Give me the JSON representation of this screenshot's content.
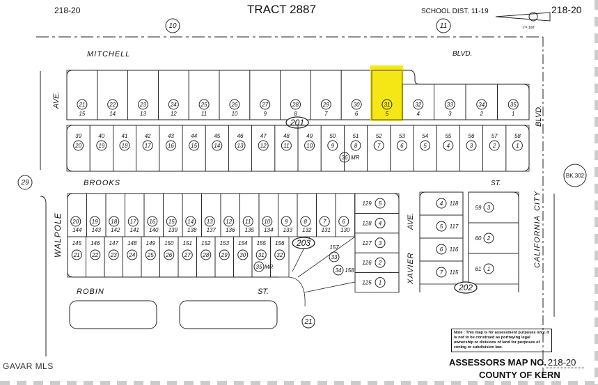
{
  "header": {
    "map_no_left": "218-20",
    "title": "TRACT 2887",
    "school_dist": "SCHOOL DIST. 11-19",
    "map_no_right": "218-20",
    "scale": "1\"= 100'"
  },
  "block_markers": {
    "top_left": "10",
    "top_right": "11",
    "left": "29",
    "right": "BK.302",
    "lower": "21",
    "road_201": "201",
    "road_203": "203",
    "road_202": "202"
  },
  "streets": {
    "mitchell": "MITCHELL",
    "mitchell_blvd": "BLVD.",
    "ave_top": "AVE.",
    "blvd_right": "BLVD.",
    "brooks": "BROOKS",
    "brooks_st": "ST.",
    "walpole": "WALPOLE",
    "robin": "ROBIN",
    "robin_st": "ST.",
    "xavier": "XAVIER",
    "xavier_ave": "AVE.",
    "california": "CALIFORNIA",
    "city": "CITY"
  },
  "highlight_color": "#f5e616",
  "upper_row": {
    "parcels": [
      "21",
      "22",
      "23",
      "24",
      "25",
      "26",
      "27",
      "28",
      "29",
      "30",
      "31",
      "32",
      "33",
      "34",
      "35"
    ],
    "lots": [
      "15",
      "14",
      "13",
      "12",
      "11",
      "10",
      "9",
      "8",
      "7",
      "6",
      "5",
      "4",
      "3",
      "2",
      "1"
    ],
    "highlighted_parcel": "31"
  },
  "middle_row": {
    "parcels": [
      "20",
      "19",
      "18",
      "17",
      "16",
      "15",
      "14",
      "13",
      "12",
      "11",
      "10",
      "9",
      "8",
      "7",
      "6",
      "5",
      "4",
      "3",
      "2",
      "1"
    ],
    "lots": [
      "39",
      "40",
      "41",
      "42",
      "43",
      "44",
      "45",
      "46",
      "47",
      "48",
      "49",
      "50",
      "51",
      "52",
      "53",
      "54",
      "55",
      "56",
      "57",
      "58"
    ],
    "extra_parcel": "36",
    "extra_label": "MR"
  },
  "lower_top_row": {
    "parcels": [
      "20",
      "19",
      "18",
      "17",
      "16",
      "15",
      "14",
      "13",
      "12",
      "11",
      "10",
      "9",
      "8",
      "7",
      "6"
    ],
    "lots": [
      "144",
      "143",
      "142",
      "141",
      "140",
      "139",
      "138",
      "137",
      "136",
      "135",
      "134",
      "133",
      "132",
      "131",
      "130"
    ]
  },
  "lower_bottom_row": {
    "parcels": [
      "21",
      "22",
      "23",
      "24",
      "25",
      "26",
      "27",
      "28",
      "29",
      "30",
      "31",
      "32"
    ],
    "lots": [
      "145",
      "146",
      "147",
      "148",
      "149",
      "150",
      "151",
      "152",
      "153",
      "154",
      "155",
      "156"
    ],
    "extra_parcel": "35",
    "extra_label": "MR"
  },
  "lower_triangle": [
    {
      "parcel": "33",
      "lot": "157"
    },
    {
      "parcel": "34",
      "lot": "158"
    }
  ],
  "lower_right_col": {
    "parcels": [
      "5",
      "4",
      "3",
      "2",
      "1"
    ],
    "lots": [
      "129",
      "128",
      "127",
      "126",
      "125"
    ]
  },
  "xavier_west": {
    "parcels": [
      "4",
      "5",
      "6",
      "7"
    ],
    "lots": [
      "118",
      "117",
      "116",
      "115"
    ]
  },
  "xavier_east": {
    "parcels": [
      "3",
      "2",
      "1"
    ],
    "lots": [
      "59",
      "60",
      "61"
    ]
  },
  "note": "Note : This map is for assessment purposes only. It is not to be construed as portraying legal ownership or divisions of land for purposes of zoning or subdivision law.",
  "footer": {
    "map_no_label": "ASSESSORS MAP NO.",
    "map_no": "218-20",
    "county": "COUNTY OF KERN"
  },
  "watermark": "GAVAR MLS"
}
